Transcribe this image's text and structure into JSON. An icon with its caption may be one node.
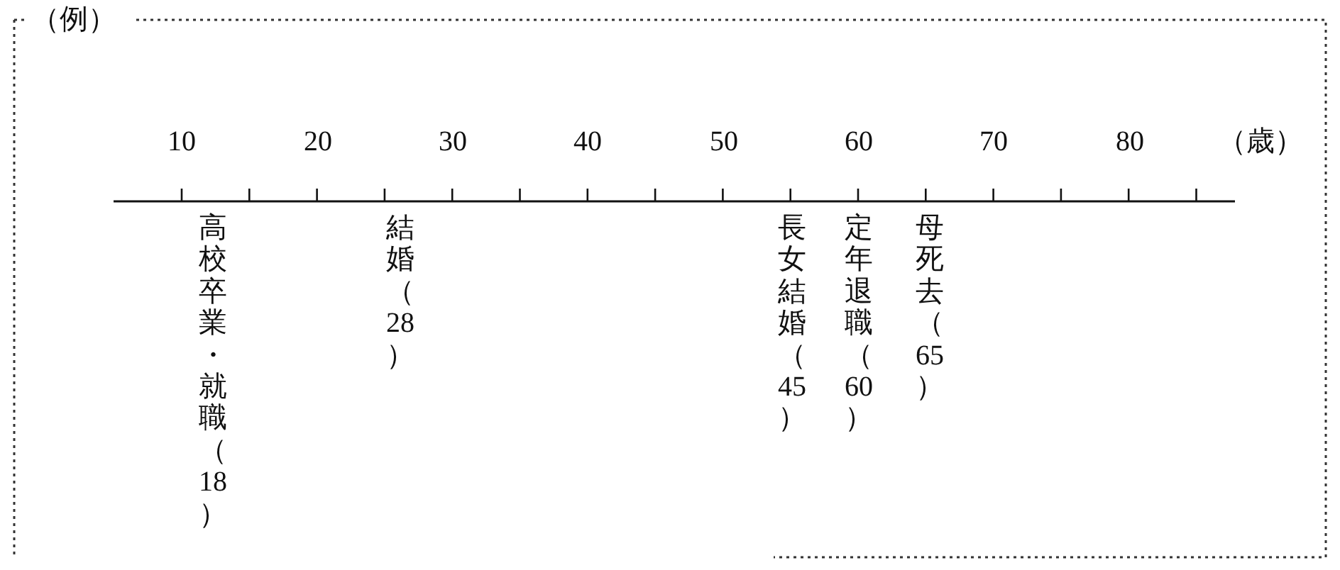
{
  "diagram": {
    "title": "（例）",
    "labels": [
      "10",
      "20",
      "30",
      "40",
      "50",
      "60",
      "70",
      "80",
      "（歳）",
      "高校卒業・就職（18）",
      "結婚（28）",
      "長女結婚（45）",
      "定年退職（60）",
      "母死去（65）"
    ]
  }
}
